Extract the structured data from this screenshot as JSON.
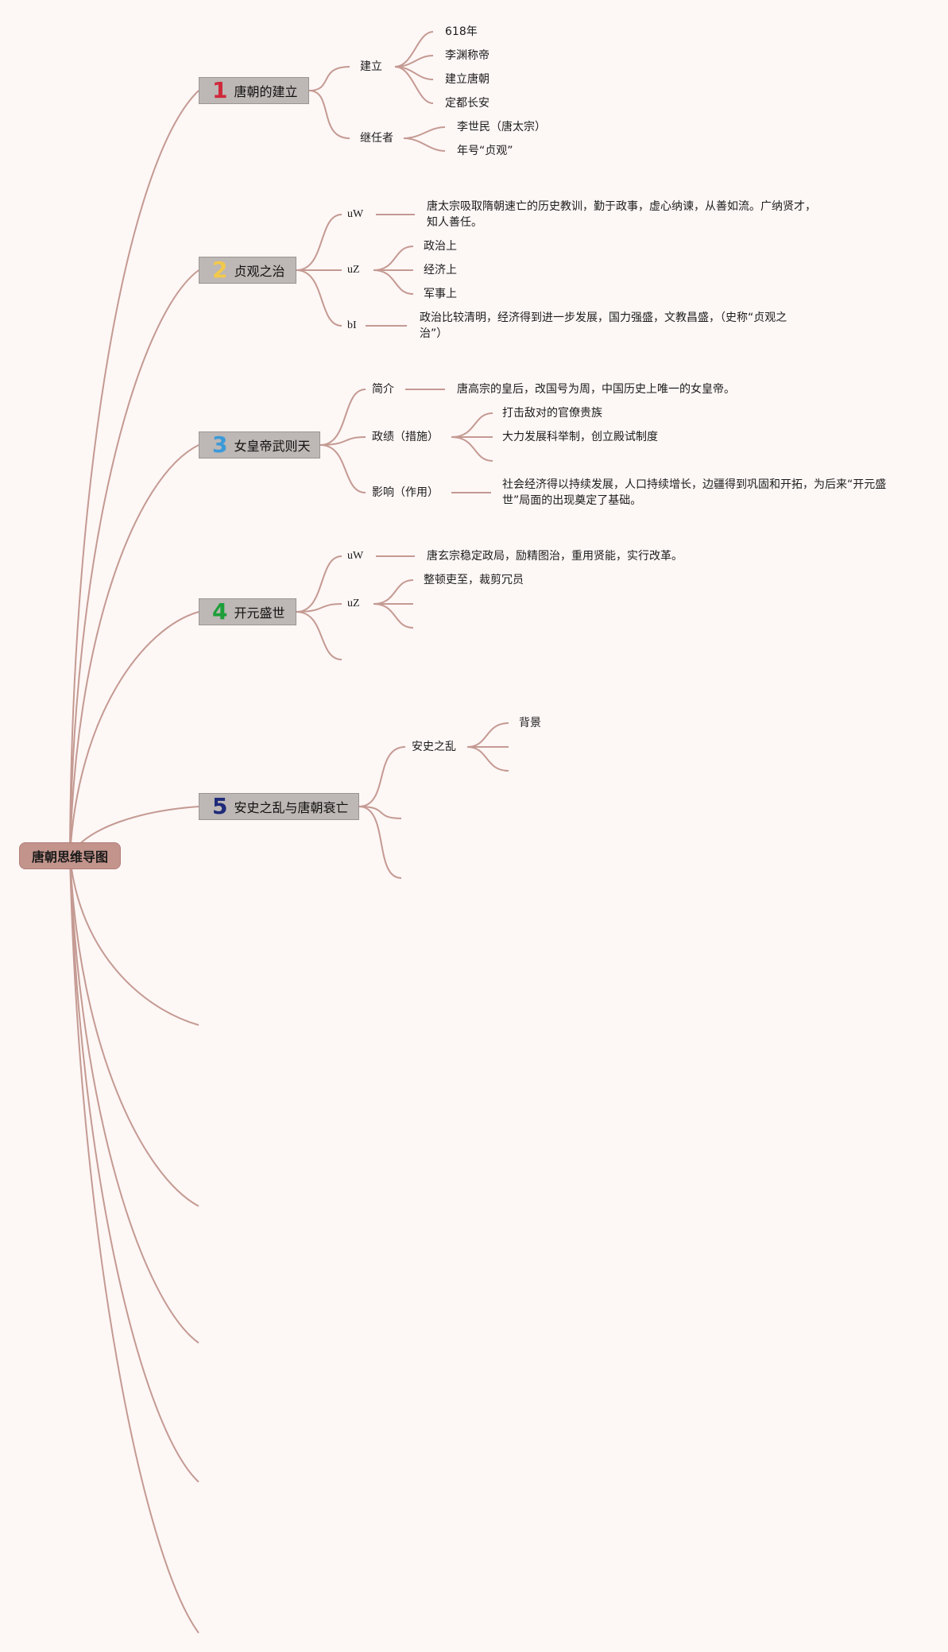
{
  "root": {
    "label": "唐朝思维导图"
  },
  "branch_color": "#c49a92",
  "topics": [
    {
      "number": "1",
      "number_color": "#d0283a",
      "label": "唐朝的建立",
      "children": [
        {
          "label": "建立",
          "children": [
            "618年",
            "李渊称帝",
            "建立唐朝",
            "定都长安"
          ]
        },
        {
          "label": "继任者",
          "children": [
            "李世民（唐太宗）",
            "年号“贞观”"
          ]
        }
      ]
    },
    {
      "number": "2",
      "number_color": "#f2c94c",
      "label": "贞观之治",
      "children": [
        {
          "label": "uW",
          "text": "唐太宗吸取隋朝速亡的历史教训，勤于政事，虚心纳谏，从善如流。广纳贤才，知人善任。"
        },
        {
          "label": "uZ",
          "children": [
            "政治上",
            "经济上",
            "军事上"
          ]
        },
        {
          "label": "bI",
          "text": "政治比较清明，经济得到进一步发展，国力强盛，文教昌盛，（史称“贞观之治”）"
        }
      ]
    },
    {
      "number": "3",
      "number_color": "#3a9ad9",
      "label": "女皇帝武则天",
      "children": [
        {
          "label": "简介",
          "text": "唐高宗的皇后，改国号为周，中国历史上唯一的女皇帝。"
        },
        {
          "label": "政绩（措施）",
          "children": [
            "打击敌对的官僚贵族",
            "大力发展科举制，创立殿试制度",
            ""
          ]
        },
        {
          "label": "影响（作用）",
          "text": "社会经济得以持续发展，人口持续增长，边疆得到巩固和开拓，为后来“开元盛世”局面的出现奠定了基础。"
        }
      ]
    },
    {
      "number": "4",
      "number_color": "#1e9e3a",
      "label": "开元盛世",
      "children": [
        {
          "label": "uW",
          "text": "唐玄宗稳定政局，励精图治，重用贤能，实行改革。"
        },
        {
          "label": "uZ",
          "children": [
            "整顿吏至，裁剪冗员",
            "",
            ""
          ]
        },
        {
          "label": ""
        }
      ]
    },
    {
      "number": "5",
      "number_color": "#1f2a7a",
      "label": "安史之乱与唐朝衰亡",
      "children": [
        {
          "label": "安史之乱",
          "children": [
            "背景",
            "",
            ""
          ]
        },
        {
          "label": ""
        },
        {
          "label": ""
        }
      ]
    }
  ]
}
